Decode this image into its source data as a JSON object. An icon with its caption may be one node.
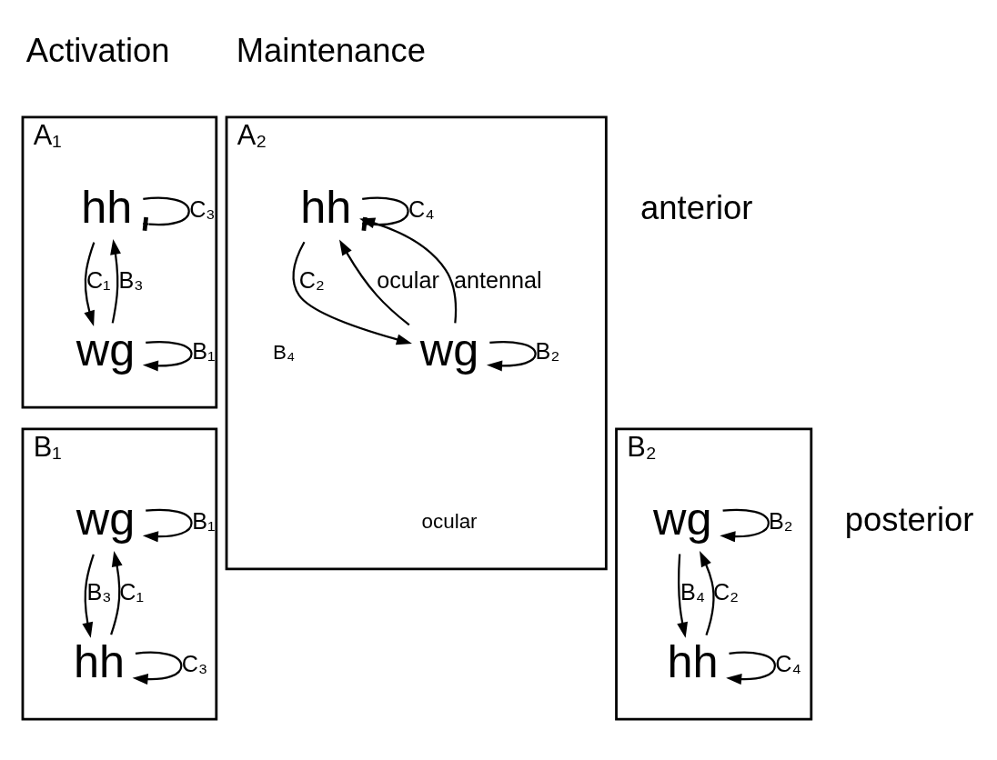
{
  "diagram": {
    "nodes": [
      {
        "text": [
          "A₁"
        ]
      },
      {
        "text": [
          "hh"
        ],
        "in": 0
      },
      {
        "text": [
          "wg"
        ],
        "in": 0
      },
      {
        "text": [
          "A₂"
        ]
      },
      {
        "text": [
          "hh"
        ],
        "in": 3
      },
      {
        "text": [
          "wg"
        ],
        "in": 3
      },
      {
        "text": [
          "B₁"
        ]
      },
      {
        "text": [
          "wg"
        ],
        "in": 6
      },
      {
        "text": [
          "hh"
        ],
        "in": 6
      },
      {
        "text": [
          "B₂"
        ]
      },
      {
        "text": [
          "wg"
        ],
        "in": 9
      },
      {
        "text": [
          "hh"
        ],
        "in": 9
      }
    ],
    "edges": [
      {
        "from": 1,
        "to": 1,
        "arrow": "other",
        "label": "C₃"
      },
      {
        "from": 1,
        "to": 2,
        "arrow": "to",
        "label": "C₁"
      },
      {
        "from": 2,
        "to": 1,
        "arrow": "to",
        "label": "B₃"
      },
      {
        "from": 2,
        "to": 2,
        "arrow": "to",
        "label": "B₁"
      },
      {
        "from": 4,
        "to": 4,
        "arrow": "other",
        "label": "C₄"
      },
      {
        "from": 4,
        "to": 5,
        "arrow": "to",
        "label": "C₂"
      },
      {
        "from": 5,
        "to": 4,
        "arrow": "to",
        "label": "ocular"
      },
      {
        "from": 5,
        "to": 4,
        "arrow": "to",
        "label": "antennal"
      },
      {
        "from": 5,
        "to": 5,
        "arrow": "to",
        "label": "B₂"
      },
      {
        "from": 7,
        "to": 7,
        "arrow": "to",
        "label": "B₁"
      },
      {
        "from": 7,
        "to": 8,
        "arrow": "to",
        "label": "B₃"
      },
      {
        "from": 8,
        "to": 7,
        "arrow": "to",
        "label": "C₁"
      },
      {
        "from": 8,
        "to": 8,
        "arrow": "to",
        "label": "C₃"
      },
      {
        "from": 10,
        "to": 10,
        "arrow": "to",
        "label": "B₂"
      },
      {
        "from": 10,
        "to": 11,
        "arrow": "to",
        "label": "B₄"
      },
      {
        "from": 11,
        "to": 10,
        "arrow": "to",
        "label": "C₂"
      },
      {
        "from": 11,
        "to": 11,
        "arrow": "to",
        "label": "C₄"
      }
    ],
    "labels": [
      "Activation",
      "Maintenance",
      "anterior",
      "posterior",
      "B₄",
      "ocular"
    ]
  }
}
